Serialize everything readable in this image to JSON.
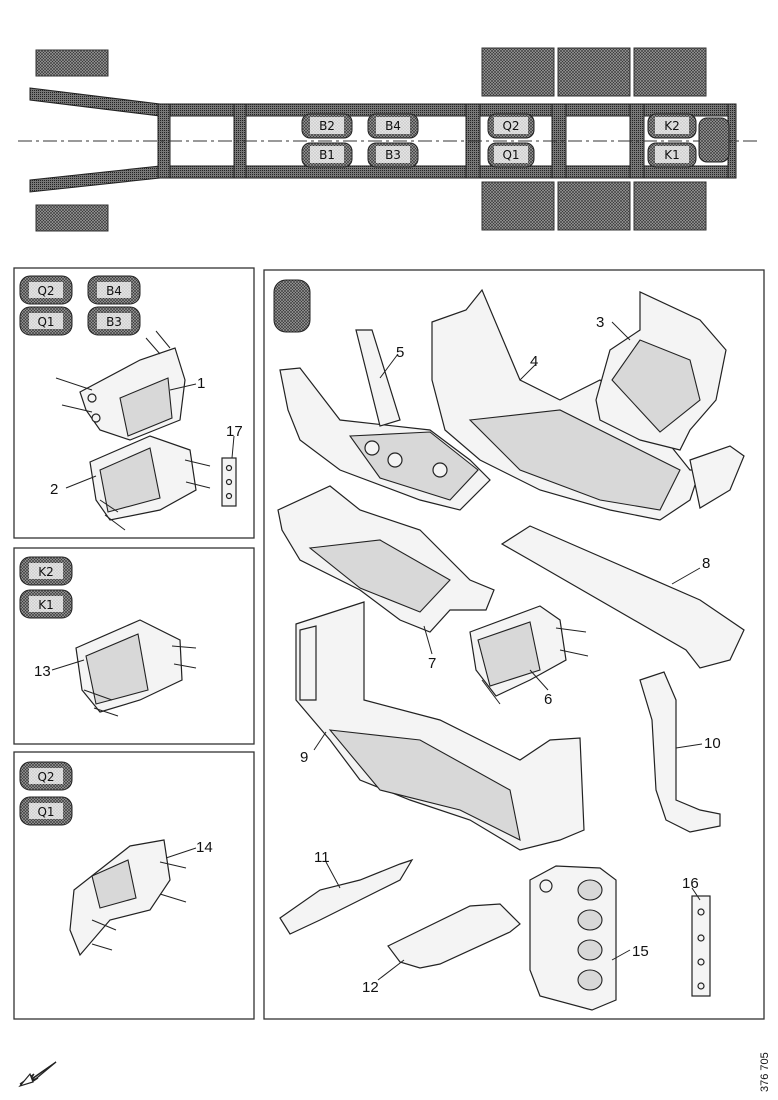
{
  "chassis": {
    "bag_labels": [
      "B2",
      "B4",
      "B1",
      "B3",
      "Q2",
      "Q1",
      "K2",
      "K1"
    ]
  },
  "panels": {
    "p1": {
      "bags": [
        "Q2",
        "B4",
        "Q1",
        "B3"
      ]
    },
    "p2": {
      "bags": [
        "K2",
        "K1"
      ]
    },
    "p3": {
      "bags": [
        "Q2",
        "Q1"
      ]
    }
  },
  "callouts": {
    "c1": "1",
    "c2": "2",
    "c3": "3",
    "c4": "4",
    "c5": "5",
    "c6": "6",
    "c7": "7",
    "c8": "8",
    "c9": "9",
    "c10": "10",
    "c11": "11",
    "c12": "12",
    "c13": "13",
    "c14": "14",
    "c15": "15",
    "c16": "16",
    "c17": "17"
  },
  "footer": {
    "ref_number": "376 705"
  },
  "colors": {
    "hatch": "#555555",
    "line": "#222222",
    "panel_border": "#333333"
  },
  "icons": [
    "direction-arrow-icon"
  ]
}
